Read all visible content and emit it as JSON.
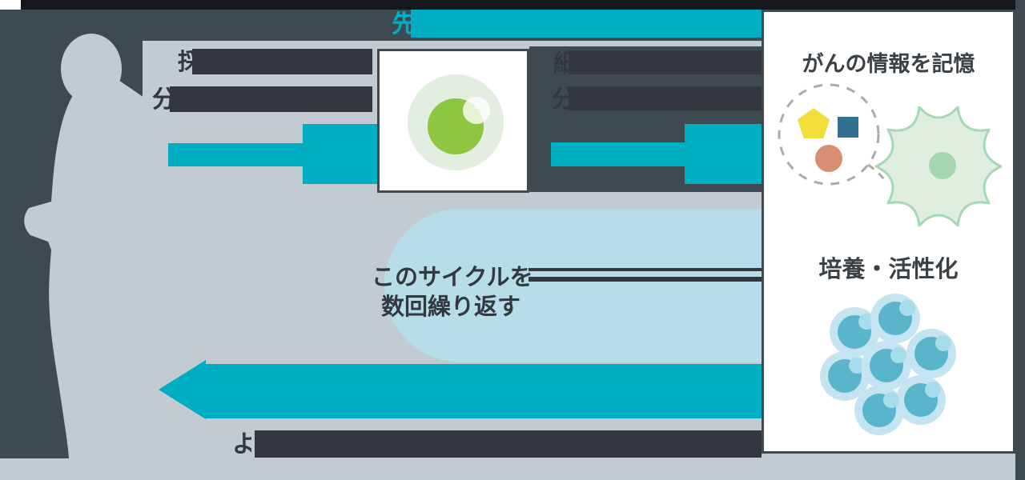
{
  "header": {
    "partial_title_glyph": "先"
  },
  "flow_left": {
    "line1_fragment": "採",
    "line2_fragment": "分"
  },
  "flow_right": {
    "line1_fragment": "細",
    "line2_fragment": "分"
  },
  "cycle_note": {
    "line1": "このサイクルを",
    "line2": "数回繰り返す"
  },
  "bottom_caption": {
    "fragment": "よ"
  },
  "side_panel": {
    "memory_title": "がんの情報を記憶",
    "culture_title": "培養・活性化"
  },
  "icons": {
    "human_silhouette": "patient-silhouette-icon",
    "cell": "monocyte-cell-icon",
    "antigen_shapes": [
      "pentagon",
      "square",
      "circle"
    ],
    "dendritic_cell": "dendritic-cell-icon",
    "cell_cluster": "cultured-cells-icon"
  },
  "colors": {
    "teal": "#00AEC4",
    "slate": "#3E4A52",
    "redact_dark": "#32383D",
    "band_gray": "#C2CBD2",
    "pill_blue": "#B7DEE8",
    "panel_white": "#FFFFFF",
    "pentagon_yellow": "#F2DF3A",
    "square_blue": "#34708F",
    "circle_salmon": "#D98E73",
    "cell_green": "#8DC63F",
    "dendritic_green": "#A5D9B5",
    "cluster_teal": "#58B5CB"
  }
}
